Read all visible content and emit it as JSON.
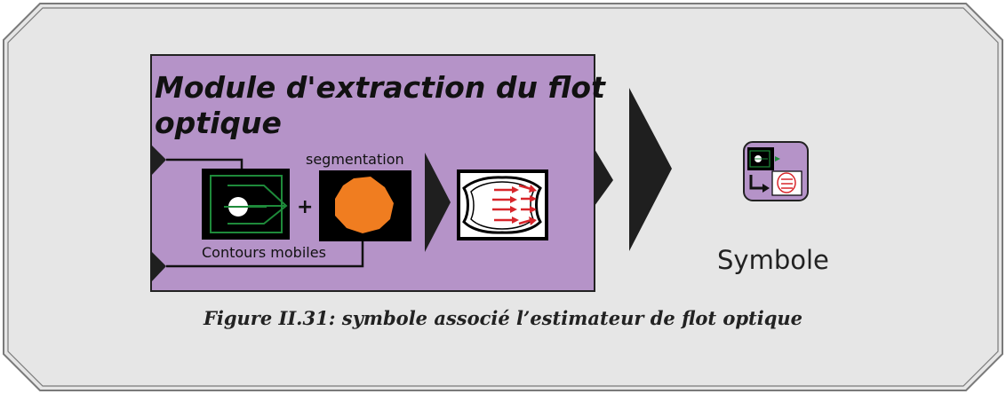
{
  "module": {
    "title_line1": "Module d'extraction du flot",
    "title_line2": "optique",
    "background_color": "#b593c8"
  },
  "labels": {
    "segmentation": "segmentation",
    "plus": "+",
    "contours": "Contours mobiles",
    "symbol": "Symbole"
  },
  "caption": "Figure II.31: symbole associé l’estimateur de flot optique",
  "colors": {
    "panel": "#e6e6e6",
    "border": "#555555",
    "orange": "#f07d20",
    "green": "#1e8a3a",
    "red": "#d8262b",
    "arrow": "#1f1f1f"
  }
}
